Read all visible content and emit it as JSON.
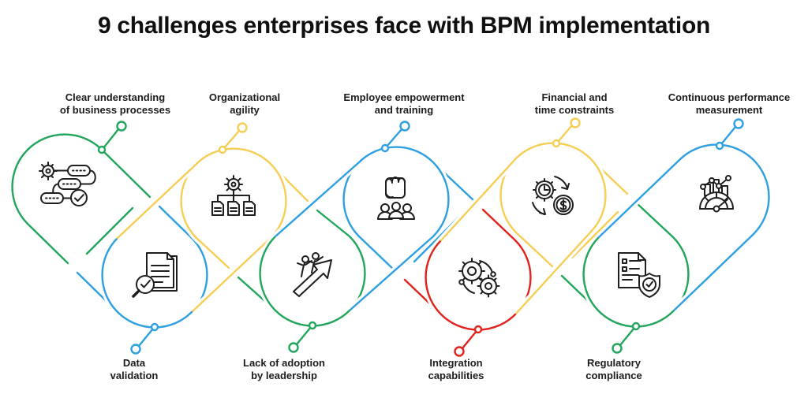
{
  "title": "9 challenges enterprises face with BPM implementation",
  "colors": {
    "green": "#22A55C",
    "blue": "#2E9FE0",
    "yellow": "#F6CE55",
    "red": "#E2231C",
    "ink": "#1C1C1C",
    "background": "#FFFFFF"
  },
  "items": [
    {
      "label_lines": [
        "Clear understanding",
        "of business processes"
      ],
      "position": "top",
      "accent": "green",
      "icon": "process-flow-icon"
    },
    {
      "label_lines": [
        "Data",
        "validation"
      ],
      "position": "bottom",
      "accent": "blue",
      "icon": "document-magnifier-icon"
    },
    {
      "label_lines": [
        "Organizational",
        "agility"
      ],
      "position": "top",
      "accent": "yellow",
      "icon": "org-structure-icon"
    },
    {
      "label_lines": [
        "Lack of adoption",
        "by leadership"
      ],
      "position": "bottom",
      "accent": "green",
      "icon": "climb-arrow-icon"
    },
    {
      "label_lines": [
        "Employee empowerment",
        "and training"
      ],
      "position": "top",
      "accent": "blue",
      "icon": "raised-fist-icon"
    },
    {
      "label_lines": [
        "Integration",
        "capabilities"
      ],
      "position": "bottom",
      "accent": "red",
      "icon": "linked-gears-icon"
    },
    {
      "label_lines": [
        "Financial and",
        "time constraints"
      ],
      "position": "top",
      "accent": "yellow",
      "icon": "time-money-icon"
    },
    {
      "label_lines": [
        "Regulatory",
        "compliance"
      ],
      "position": "bottom",
      "accent": "green",
      "icon": "shield-checklist-icon"
    },
    {
      "label_lines": [
        "Continuous performance",
        "measurement"
      ],
      "position": "top",
      "accent": "blue",
      "icon": "gauge-chart-icon"
    }
  ]
}
